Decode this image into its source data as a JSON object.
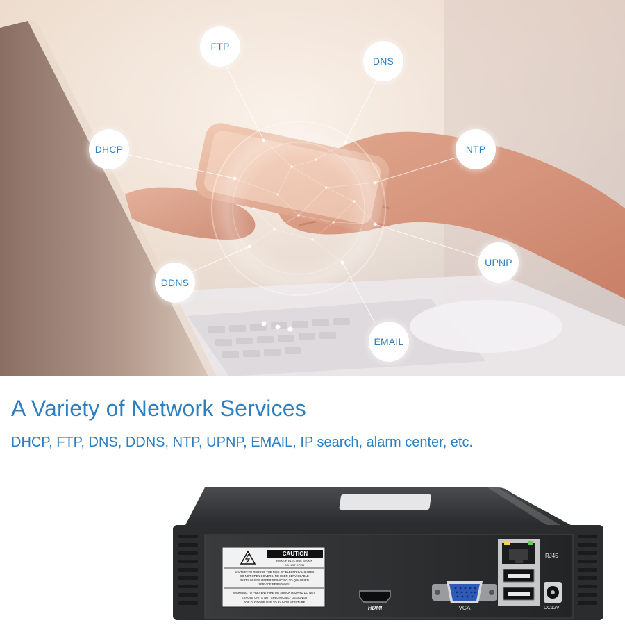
{
  "services": {
    "ftp": "FTP",
    "dns": "DNS",
    "dhcp": "DHCP",
    "ntp": "NTP",
    "upnp": "UPNP",
    "ddns": "DDNS",
    "email": "EMAIL"
  },
  "headline": "A Variety of Network Services",
  "subline": "DHCP, FTP, DNS, DDNS, NTP, UPNP, EMAIL, IP search, alarm center, etc.",
  "device": {
    "caution_title": "CAUTION",
    "caution_sub1": "RISK OF ELECTRIC SHOCK",
    "caution_sub2": "DO NOT OPEN",
    "caution_body1": "CAUTION:TO REDUCE THE RISK OF ELECTRICAL SHOCK",
    "caution_body2": "DO NOT OPEN COVERS. NO USER SERVICEABLE",
    "caution_body3": "PARTS IN SIDE.REFER SERVICING TO QUALIFIED",
    "caution_body4": "SERVICE PERSONNEL",
    "warning1": "WARNING:TO PREVENT FIRE OR SHOCK HAZARD DO NOT",
    "warning2": "EXPOSE UNITS NOT SPECIFICALLY DESIGNED",
    "warning3": "FOR OUTDOOR USE TO RAINOR MOISTURE",
    "hdmi_label": "HDMI",
    "vga_label": "VGA",
    "rj45_label": "RJ45",
    "dc_label": "DC12V"
  },
  "colors": {
    "accent": "#2d7fc2",
    "device_body": "#2b2c2e"
  }
}
